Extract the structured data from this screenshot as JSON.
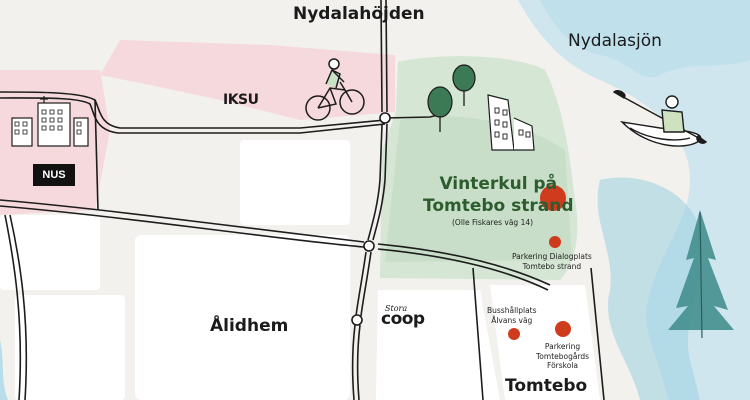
{
  "map": {
    "places": {
      "nydalahojden": "Nydalahöjden",
      "nydalasjon": "Nydalasjön",
      "alidhem": "Ålidhem",
      "tomtebo": "Tomtebo"
    },
    "landmarks": {
      "nus": "NUS",
      "iksu": "IKSU",
      "coop_stora": "Stora",
      "coop": "coop"
    },
    "event": {
      "title_line1": "Vinterkul på",
      "title_line2": "Tomtebo strand",
      "address": "(Olle Fiskares väg 14)"
    },
    "markers": [
      {
        "name": "Vinterkul på Tomtebo strand",
        "type": "event",
        "color": "#cf3b1d"
      },
      {
        "name": "Parkering Dialogplats Tomtebo strand",
        "type": "parking",
        "color": "#cf3b1d"
      },
      {
        "name": "Busshållplats Ålvans väg",
        "type": "bus-stop",
        "color": "#cf3b1d"
      },
      {
        "name": "Parkering Tomtebogårds Förskola",
        "type": "parking",
        "color": "#cf3b1d"
      }
    ],
    "marker_labels": {
      "parking_dialog_1": "Parkering Dialogplats",
      "parking_dialog_2": "Tomtebo strand",
      "bus_1": "Busshållplats",
      "bus_2": "Ålvans väg",
      "parking_forskola_1": "Parkering",
      "parking_forskola_2": "Tomtebogårds",
      "parking_forskola_3": "Förskola"
    },
    "colors": {
      "background": "#f2f1ee",
      "block": "#ffffff",
      "campus": "#f6d9dc",
      "forest": "#cfe2cf",
      "water": "#b9dde9",
      "marker": "#cf3b1d",
      "event_text": "#2d5d2f"
    },
    "icons": [
      "cyclist-icon",
      "kayaker-icon",
      "trees-icon",
      "building-icon",
      "hospital-building-icon",
      "spruce-tree-icon",
      "roundabout-icon"
    ]
  }
}
